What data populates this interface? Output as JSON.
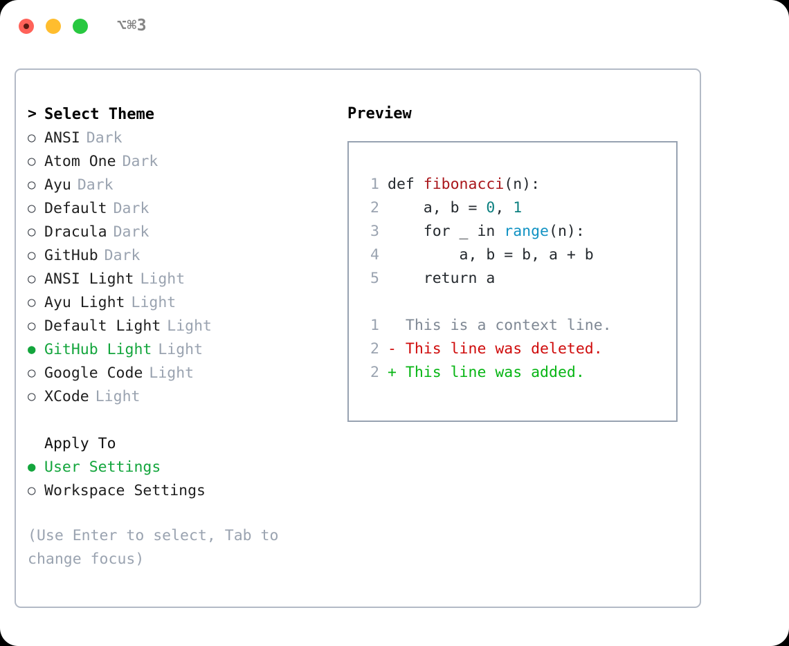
{
  "window": {
    "shortcut_label": "⌥⌘3",
    "traffic_lights": [
      "close",
      "minimize",
      "maximize"
    ]
  },
  "left_panel": {
    "heading": {
      "caret": ">",
      "label": "Select Theme"
    },
    "radio_off": "○",
    "radio_on": "●",
    "themes": [
      {
        "name": "ANSI",
        "kind": "Dark",
        "selected": false
      },
      {
        "name": "Atom One",
        "kind": "Dark",
        "selected": false
      },
      {
        "name": "Ayu",
        "kind": "Dark",
        "selected": false
      },
      {
        "name": "Default",
        "kind": "Dark",
        "selected": false
      },
      {
        "name": "Dracula",
        "kind": "Dark",
        "selected": false
      },
      {
        "name": "GitHub",
        "kind": "Dark",
        "selected": false
      },
      {
        "name": "ANSI Light",
        "kind": "Light",
        "selected": false
      },
      {
        "name": "Ayu Light",
        "kind": "Light",
        "selected": false
      },
      {
        "name": "Default Light",
        "kind": "Light",
        "selected": false
      },
      {
        "name": "GitHub Light",
        "kind": "Light",
        "selected": true
      },
      {
        "name": "Google Code",
        "kind": "Light",
        "selected": false
      },
      {
        "name": "XCode",
        "kind": "Light",
        "selected": false
      }
    ],
    "apply_to": {
      "label": "Apply To",
      "options": [
        {
          "name": "User Settings",
          "selected": true
        },
        {
          "name": "Workspace Settings",
          "selected": false
        }
      ]
    },
    "hint": "(Use Enter to select, Tab to change focus)"
  },
  "right_panel": {
    "title": "Preview",
    "code_lines": [
      {
        "num": "1",
        "tokens": [
          {
            "t": "def ",
            "c": "kw"
          },
          {
            "t": "fibonacci",
            "c": "fn"
          },
          {
            "t": "(n):",
            "c": "plain"
          }
        ]
      },
      {
        "num": "2",
        "tokens": [
          {
            "t": "    a, b = ",
            "c": "plain"
          },
          {
            "t": "0",
            "c": "num"
          },
          {
            "t": ", ",
            "c": "plain"
          },
          {
            "t": "1",
            "c": "num"
          }
        ]
      },
      {
        "num": "3",
        "tokens": [
          {
            "t": "    for _ in ",
            "c": "plain"
          },
          {
            "t": "range",
            "c": "call"
          },
          {
            "t": "(n):",
            "c": "plain"
          }
        ]
      },
      {
        "num": "4",
        "tokens": [
          {
            "t": "        a, b = b, a + b",
            "c": "plain"
          }
        ]
      },
      {
        "num": "5",
        "tokens": [
          {
            "t": "    return a",
            "c": "plain"
          }
        ]
      }
    ],
    "diff_lines": [
      {
        "num": "1",
        "sign": " ",
        "text": " This is a context line.",
        "kind": "ctx"
      },
      {
        "num": "2",
        "sign": "-",
        "text": " This line was deleted.",
        "kind": "del"
      },
      {
        "num": "2",
        "sign": "+",
        "text": " This line was added.",
        "kind": "add"
      }
    ]
  },
  "colors": {
    "accent_green": "#13a53c",
    "diff_add": "#07b514",
    "diff_delete": "#cf0b0b",
    "muted": "#9aa3b0",
    "code_function": "#a9161b",
    "code_number": "#0d8080",
    "code_call": "#1192c3",
    "panel_border": "#b3bac6",
    "preview_border": "#97a2b1"
  }
}
